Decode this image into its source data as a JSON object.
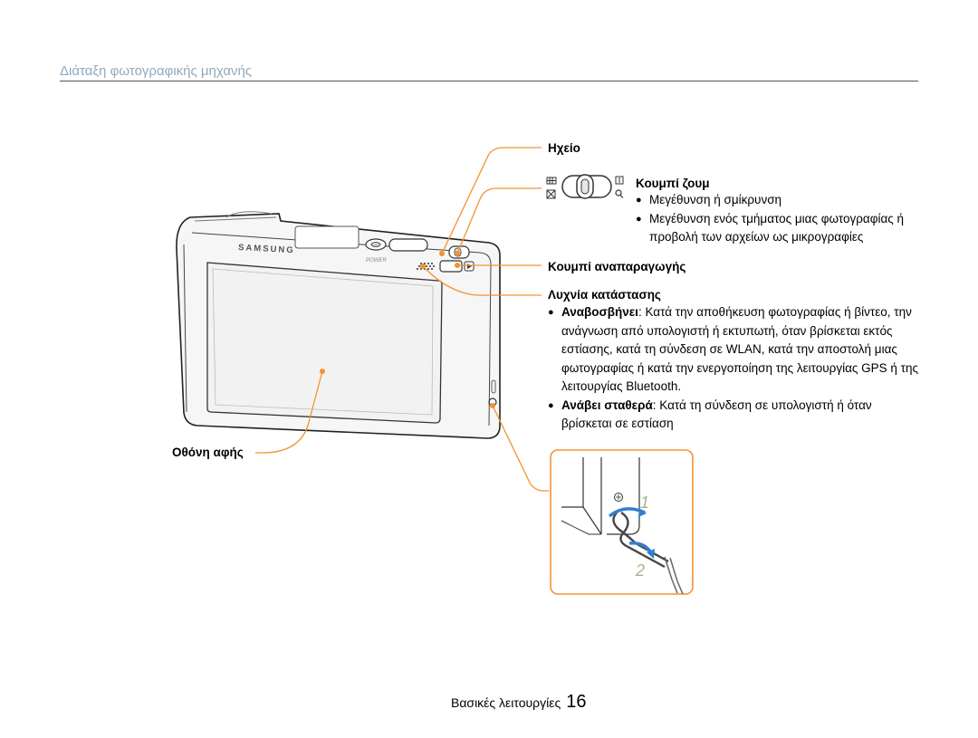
{
  "header": {
    "title": "Διάταξη φωτογραφικής μηχανής"
  },
  "camera": {
    "brand": "SAMSUNG",
    "power_label": "POWER"
  },
  "callouts": {
    "speaker": {
      "title": "Ηχείο"
    },
    "zoom": {
      "title": "Κουμπί ζουμ",
      "bullets": [
        "Μεγέθυνση ή σμίκρυνση",
        "Μεγέθυνση ενός τμήματος μιας φωτογραφίας ή προβολή των αρχείων ως μικρογραφίες"
      ]
    },
    "playback": {
      "title": "Κουμπί αναπαραγωγής"
    },
    "status_lamp": {
      "title": "Λυχνία κατάστασης",
      "blinks_term": "Αναβοσβήνει",
      "blinks_text": ": Κατά την αποθήκευση φωτογραφίας ή βίντεο, την ανάγνωση από υπολογιστή ή εκτυπωτή, όταν βρίσκεται εκτός εστίασης, κατά τη σύνδεση σε WLAN, κατά την αποστολή μιας φωτογραφίας ή κατά την ενεργοποίηση της λειτουργίας GPS ή της λειτουργίας Bluetooth.",
      "steady_term": "Ανάβει σταθερά",
      "steady_text": ": Κατά τη σύνδεση σε υπολογιστή ή όταν βρίσκεται σε εστίαση"
    },
    "touchscreen": {
      "title": "Οθόνη αφής"
    }
  },
  "strap_steps": [
    "1",
    "2"
  ],
  "footer": {
    "label": "Βασικές λειτουργίες",
    "page": "16"
  },
  "colors": {
    "accent": "#f39233",
    "title": "#8fa9bd",
    "rule": "#555555"
  }
}
